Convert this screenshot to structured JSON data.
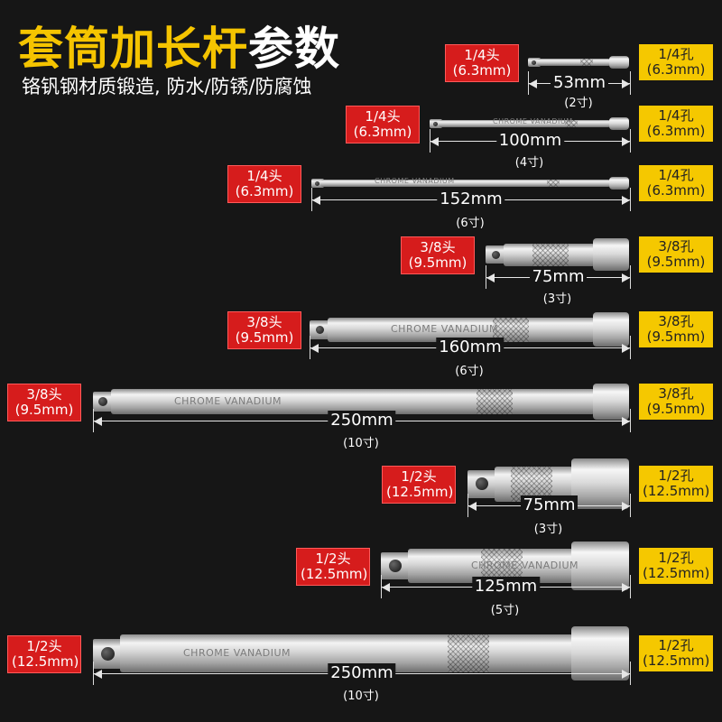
{
  "title_part1": "套筒加长杆",
  "title_part2": "参数",
  "subtitle": "铬钒钢材质锻造, 防水/防锈/防腐蚀",
  "engraving": "CHROME VANADIUM",
  "rows": [
    {
      "head_l1": "1/4头",
      "head_l2": "(6.3mm)",
      "hole_l1": "1/4孔",
      "hole_l2": "(6.3mm)",
      "length": "53mm",
      "inch": "(2寸)"
    },
    {
      "head_l1": "1/4头",
      "head_l2": "(6.3mm)",
      "hole_l1": "1/4孔",
      "hole_l2": "(6.3mm)",
      "length": "100mm",
      "inch": "(4寸)"
    },
    {
      "head_l1": "1/4头",
      "head_l2": "(6.3mm)",
      "hole_l1": "1/4孔",
      "hole_l2": "(6.3mm)",
      "length": "152mm",
      "inch": "(6寸)"
    },
    {
      "head_l1": "3/8头",
      "head_l2": "(9.5mm)",
      "hole_l1": "3/8孔",
      "hole_l2": "(9.5mm)",
      "length": "75mm",
      "inch": "(3寸)"
    },
    {
      "head_l1": "3/8头",
      "head_l2": "(9.5mm)",
      "hole_l1": "3/8孔",
      "hole_l2": "(9.5mm)",
      "length": "160mm",
      "inch": "(6寸)"
    },
    {
      "head_l1": "3/8头",
      "head_l2": "(9.5mm)",
      "hole_l1": "3/8孔",
      "hole_l2": "(9.5mm)",
      "length": "250mm",
      "inch": "(10寸)"
    },
    {
      "head_l1": "1/2头",
      "head_l2": "(12.5mm)",
      "hole_l1": "1/2孔",
      "hole_l2": "(12.5mm)",
      "length": "75mm",
      "inch": "(3寸)"
    },
    {
      "head_l1": "1/2头",
      "head_l2": "(12.5mm)",
      "hole_l1": "1/2孔",
      "hole_l2": "(12.5mm)",
      "length": "125mm",
      "inch": "(5寸)"
    },
    {
      "head_l1": "1/2头",
      "head_l2": "(12.5mm)",
      "hole_l1": "1/2孔",
      "hole_l2": "(12.5mm)",
      "length": "250mm",
      "inch": "(10寸)"
    }
  ],
  "colors": {
    "title_yellow": "#f5c400",
    "head_red": "#d61c1c",
    "hole_yellow": "#f5c800",
    "background": "#161616"
  }
}
